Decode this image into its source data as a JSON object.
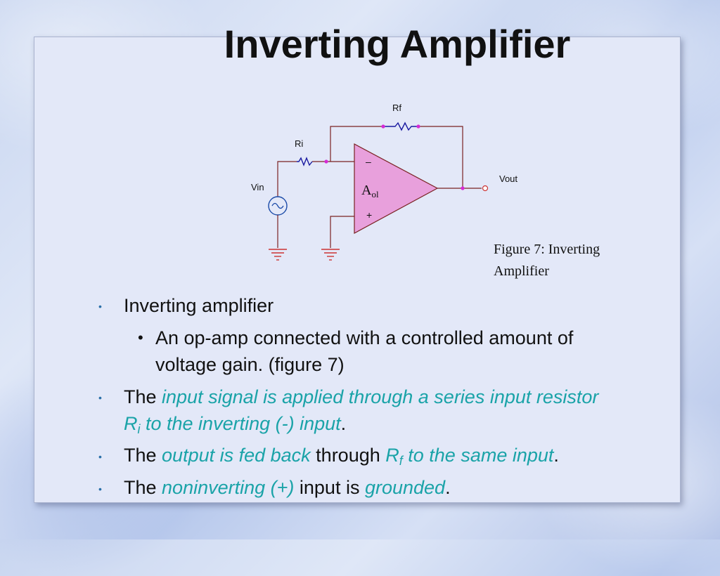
{
  "title": "Inverting Amplifier",
  "circuit": {
    "rf_label": "Rf",
    "ri_label": "Ri",
    "vin_label": "Vin",
    "vout_label": "Vout",
    "opamp_label": "A",
    "opamp_sub": "ol",
    "minus_label": "–",
    "plus_label": "+"
  },
  "caption": "Figure 7: Inverting Amplifier",
  "bullets": {
    "b1": "Inverting amplifier",
    "b1_sub_line1": "An op-amp connected with a controlled amount of",
    "b1_sub_line2": "voltage gain. (figure 7)",
    "b2_pre": "The ",
    "b2_hl1": "input signal is applied through a series input resistor",
    "b2_r": "R",
    "b2_rsub": "i",
    "b2_hl2": " to the inverting (-) input",
    "b2_end": ".",
    "b3_pre": "The ",
    "b3_hl1": "output is fed back",
    "b3_mid": " through ",
    "b3_r": "R",
    "b3_rsub": "f",
    "b3_hl2": " to the same input",
    "b3_end": ".",
    "b4_pre": "The ",
    "b4_hl1": "noninverting (+)",
    "b4_mid": " input is ",
    "b4_hl2": "grounded",
    "b4_end": "."
  },
  "colors": {
    "opamp_fill": "#e8a0dc",
    "wire": "#7a2222",
    "resistor": "#1a1aa0",
    "ground": "#cc3333",
    "source": "#1a4aa8",
    "highlight": "#1aa3a8"
  }
}
